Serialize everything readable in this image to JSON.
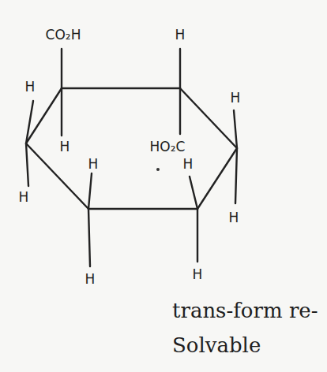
{
  "diagram": {
    "labels": [
      "CO₂H",
      "H",
      "H",
      "H",
      "HO₂C",
      "H",
      "H",
      "H",
      "H",
      "H",
      "H",
      "H",
      "trans-form re-Solvable"
    ]
  }
}
